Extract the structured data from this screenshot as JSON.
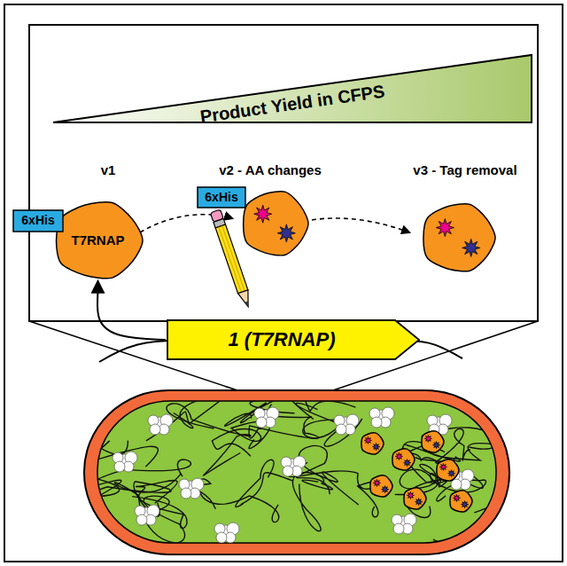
{
  "diagram": {
    "nodes": [
      {
        "text": [
          "6xHis"
        ]
      },
      {
        "text": [
          "T7RNAP"
        ]
      },
      {
        "text": [
          "6xHis"
        ]
      },
      {
        "text": [
          "1 (T7RNAP)"
        ]
      }
    ],
    "edges": [
      {
        "from": 3,
        "to": 1,
        "arrow": "to"
      }
    ],
    "labels": [
      "Product Yield in CFPS",
      "v1",
      "v2 - AA changes",
      "v3 - Tag removal"
    ]
  }
}
